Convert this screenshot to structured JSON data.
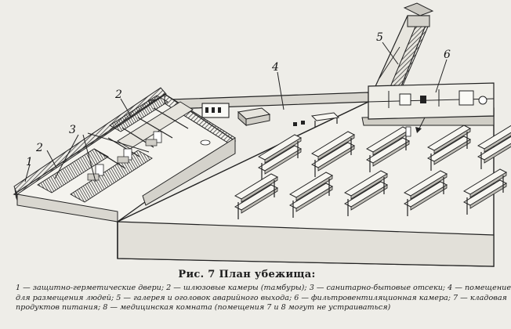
{
  "figure": {
    "callouts": [
      {
        "n": "1"
      },
      {
        "n": "2"
      },
      {
        "n": "2"
      },
      {
        "n": "3"
      },
      {
        "n": "4"
      },
      {
        "n": "5"
      },
      {
        "n": "6"
      }
    ]
  },
  "caption": {
    "title": "Рис. 7  План убежища:",
    "legend": [
      "1 — защитно-герметические   двери;  2 — шлюзовые камеры (тамбуры);  3 — санитарно-бытовые отсеки;  4 — помещение",
      "для размещения   людей;  5 — галерея  и  оголовок  аварийного выхода;  6 — фильтровентиляционная камера; 7 — кладовая",
      "продуктов   питания;  8 — медицинская комната  (помещения 7 и 8 могут  не  устраиваться)"
    ]
  }
}
